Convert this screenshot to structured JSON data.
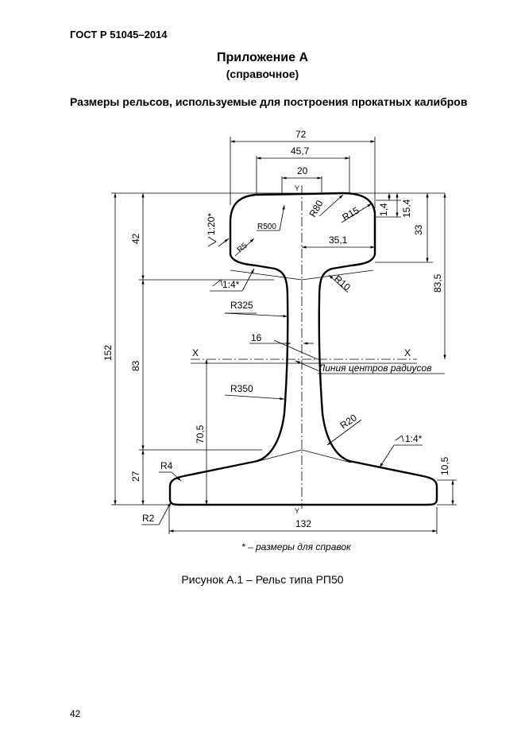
{
  "header": {
    "doc_code": "ГОСТ Р 51045–2014"
  },
  "appendix": {
    "title": "Приложение А",
    "subtitle": "(справочное)"
  },
  "section": {
    "heading": "Размеры рельсов, используемые для построения прокатных калибров"
  },
  "drawing": {
    "dims": {
      "d72": "72",
      "d45_7": "45,7",
      "d20": "20",
      "d1_4": "1,4",
      "d15_4": "15,4",
      "d33": "33",
      "d83_5": "83,5",
      "d35_1": "35,1",
      "d42": "42",
      "d152": "152",
      "d83": "83",
      "d70_5": "70,5",
      "d27": "27",
      "d132": "132",
      "d10_5": "10,5",
      "d16": "16"
    },
    "radii": {
      "r500": "R500",
      "r80": "R80",
      "r15": "R15",
      "r5": "R5",
      "r10": "R10",
      "r325": "R325",
      "r350": "R350",
      "r20": "R20",
      "r4": "R4",
      "r2": "R2"
    },
    "slopes": {
      "s1_20": "1:20*",
      "s1_4_top": "1:4*",
      "s1_4_bot": "1:4*"
    },
    "axis_labels": {
      "x_left": "X",
      "x_right": "X",
      "y_top": "Y",
      "y_bottom": "Y"
    },
    "centers_line_label": "Линия центров радиусов",
    "note": "* – размеры для справок"
  },
  "figure": {
    "caption": "Рисунок А.1 – Рельс типа РП50"
  },
  "page": {
    "number": "42"
  }
}
